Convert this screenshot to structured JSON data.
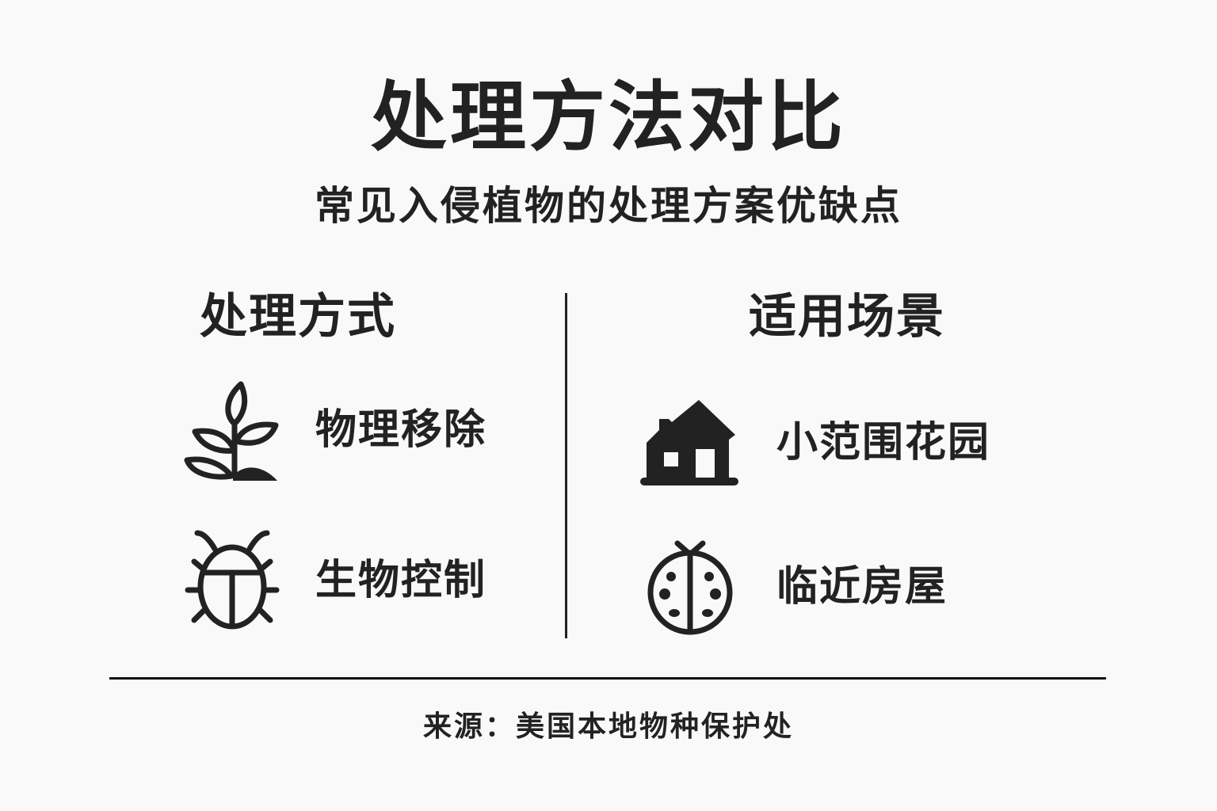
{
  "title": "处理方法对比",
  "subtitle": "常见入侵植物的处理方案优缺点",
  "columns": {
    "left": {
      "heading": "处理方式",
      "items": [
        {
          "icon": "plant-sprout-icon",
          "label": "物理移除"
        },
        {
          "icon": "beetle-bug-icon",
          "label": "生物控制"
        }
      ]
    },
    "right": {
      "heading": "适用场景",
      "items": [
        {
          "icon": "house-icon",
          "label": "小范围花园"
        },
        {
          "icon": "ladybug-icon",
          "label": "临近房屋"
        }
      ]
    }
  },
  "footer": {
    "source": "来源：美国本地物种保护处"
  },
  "colors": {
    "background": "#f9f9f9",
    "ink": "#222222"
  }
}
